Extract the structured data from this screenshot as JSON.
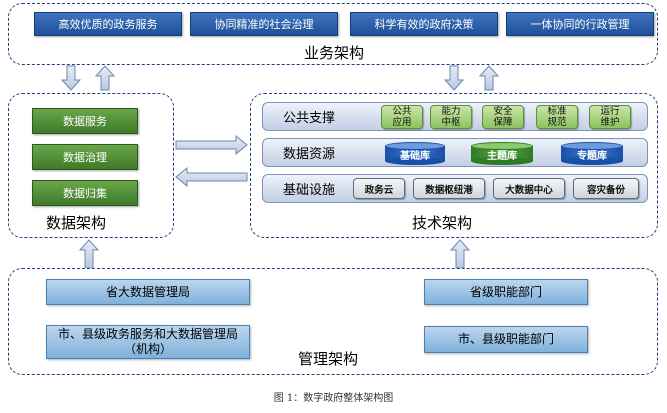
{
  "business": {
    "title": "业务架构",
    "items": [
      "高效优质的政务服务",
      "协同精准的社会治理",
      "科学有效的政府决策",
      "一体协同的行政管理"
    ]
  },
  "data_arch": {
    "title": "数据架构",
    "items": [
      "数据服务",
      "数据治理",
      "数据归集"
    ]
  },
  "tech_arch": {
    "title": "技术架构",
    "public_support": {
      "label": "公共支撑",
      "items": [
        "公共\n应用",
        "能力\n中枢",
        "安全\n保障",
        "标准\n规范",
        "运行\n维护"
      ]
    },
    "data_resource": {
      "label": "数据资源",
      "items": [
        "基础库",
        "主题库",
        "专题库"
      ]
    },
    "infrastructure": {
      "label": "基础设施",
      "items": [
        "政务云",
        "数据枢纽港",
        "大数据中心",
        "容灾备份"
      ]
    }
  },
  "management": {
    "title": "管理架构",
    "provincial_bureau": "省大数据管理局",
    "city_bureau": "市、县级政务服务和大数据管理局（机构）",
    "provincial_depts": "省级职能部门",
    "city_depts": "市、县级职能部门"
  },
  "caption": "图 1：数字政府整体架构图",
  "colors": {
    "border": "#1f3f7a",
    "blue_button": "#2a5ca8",
    "green_button": "#4f8d35",
    "light_blue_box": "#9cc3e6",
    "arrow_fill": "#c9d6ea",
    "db_blue": "#1f55b0",
    "db_green": "#3f8a2f"
  }
}
